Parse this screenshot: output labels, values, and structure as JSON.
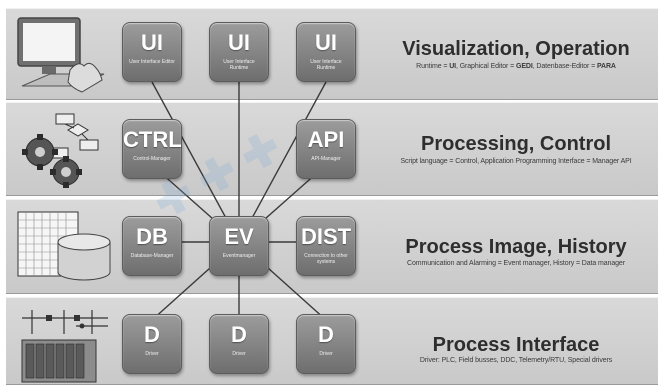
{
  "layers": [
    {
      "title": "Visualization, Operation",
      "subtitle_parts": [
        "Runtime = ",
        "UI",
        ", Graphical Editor = ",
        "GEDI",
        ", Datenbase-Editor = ",
        "PARA"
      ]
    },
    {
      "title": "Processing, Control",
      "subtitle": "Script language = Control, Application Programming Interface = Manager API"
    },
    {
      "title": "Process Image, History",
      "subtitle": "Communication and Alarming = Event manager, History = Data manager"
    },
    {
      "title": "Process Interface",
      "subtitle": "Driver: PLC, Field busses, DDC, Telemetry/RTU, Special drivers"
    }
  ],
  "managers": {
    "ui1": {
      "label": "UI",
      "sub": "User Interface Editor"
    },
    "ui2": {
      "label": "UI",
      "sub": "User Interface Runtime"
    },
    "ui3": {
      "label": "UI",
      "sub": "User Interface Runtime"
    },
    "ctrl": {
      "label": "CTRL",
      "sub": "Control-Manager"
    },
    "api": {
      "label": "API",
      "sub": "API-Manager"
    },
    "db": {
      "label": "DB",
      "sub": "Database-Manager"
    },
    "ev": {
      "label": "EV",
      "sub": "Eventmanager"
    },
    "dist": {
      "label": "DIST",
      "sub": "Connection to other systems"
    },
    "d1": {
      "label": "D",
      "sub": "Driver"
    },
    "d2": {
      "label": "D",
      "sub": "Driver"
    },
    "d3": {
      "label": "D",
      "sub": "Driver"
    }
  },
  "icons": {
    "layer1": "computer-monitor-hand-icon",
    "layer2": "gears-flowchart-icon",
    "layer3": "grid-database-icon",
    "layer4": "plc-hardware-icon"
  },
  "colors": {
    "band": "#d0d0d0",
    "box": "#808080",
    "link": "#3a3a3a",
    "watermark": "#78aadc"
  }
}
